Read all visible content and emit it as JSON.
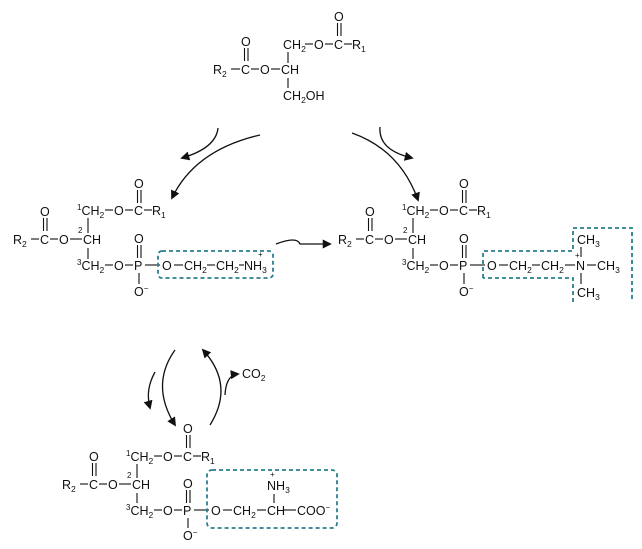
{
  "atoms": {
    "O": "O",
    "C": "C",
    "CH": "CH",
    "CH2": "CH",
    "CH2OH": "CH",
    "OH_suffix": "OH",
    "P": "P",
    "R": "R",
    "N": "N",
    "NH": "NH",
    "COO": "COO",
    "CO": "CO"
  },
  "subscripts": {
    "one": "1",
    "two": "2",
    "three": "3"
  },
  "superscripts": {
    "plus": "+",
    "minus": "−"
  },
  "position_labels": {
    "sn1": "1",
    "sn2": "2",
    "sn3": "3"
  },
  "reagents": {
    "co2": "CO",
    "co2_sub": "2"
  },
  "colors": {
    "ink": "#111111",
    "headgroup_box": "#2a7f8f"
  }
}
